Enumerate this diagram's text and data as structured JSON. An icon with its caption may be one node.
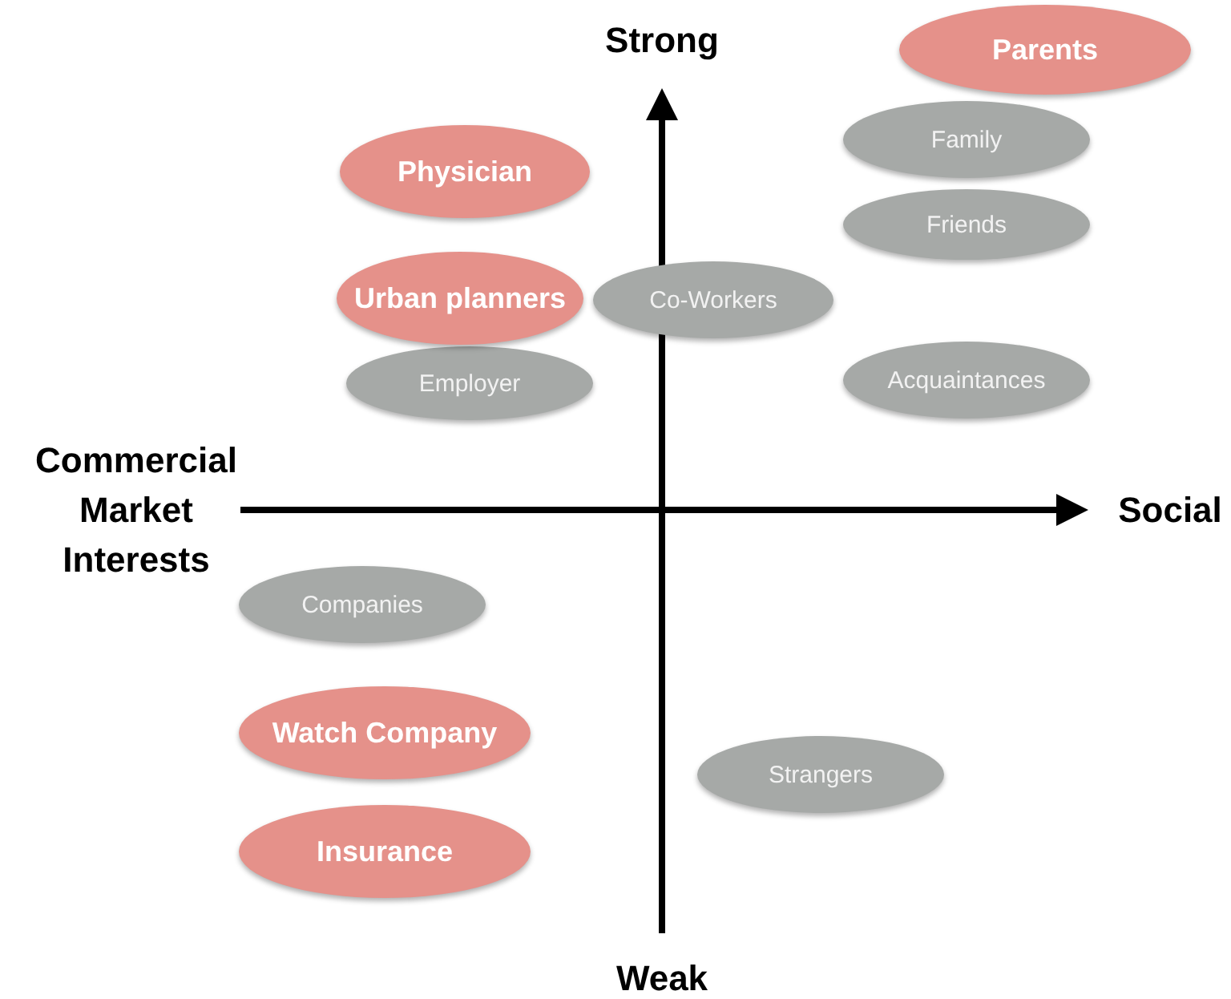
{
  "diagram": {
    "nodes": [
      {
        "text": [
          "Parents"
        ]
      },
      {
        "text": [
          "Family"
        ]
      },
      {
        "text": [
          "Physician"
        ]
      },
      {
        "text": [
          "Friends"
        ]
      },
      {
        "text": [
          "Urban planners"
        ]
      },
      {
        "text": [
          "Co-Workers"
        ]
      },
      {
        "text": [
          "Employer"
        ]
      },
      {
        "text": [
          "Acquaintances"
        ]
      },
      {
        "text": [
          "Companies"
        ]
      },
      {
        "text": [
          "Watch Company"
        ]
      },
      {
        "text": [
          "Strangers"
        ]
      },
      {
        "text": [
          "Insurance"
        ]
      }
    ],
    "labels": [
      "Strong",
      "Commercial Market Interests",
      "Social",
      "Weak"
    ]
  }
}
